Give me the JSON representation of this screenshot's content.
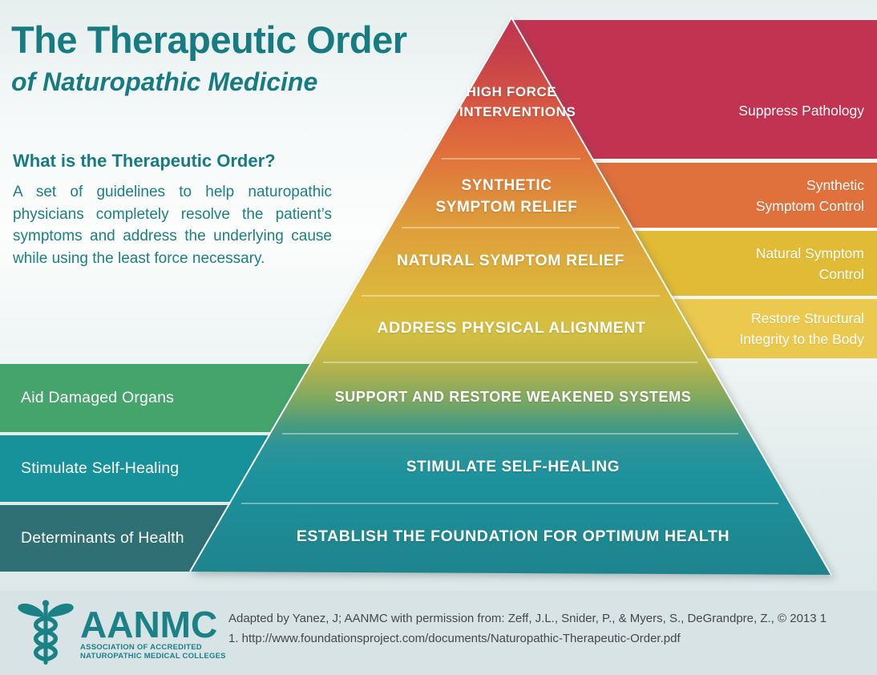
{
  "title": {
    "main": "The Therapeutic Order",
    "subtitle": "of Naturopathic Medicine"
  },
  "intro": {
    "heading": "What is the Therapeutic Order?",
    "body": "A set of guidelines to help naturopathic physicians completely resolve the patient’s symptoms and address the underlying cause while using the least force necessary."
  },
  "pyramid": {
    "levels": [
      {
        "label": "HIGH FORCE INTERVENTIONS",
        "annotation": "Suppress Pathology",
        "annotation_side": "right",
        "band_color": "#c23351"
      },
      {
        "label": "SYNTHETIC SYMPTOM RELIEF",
        "annotation": "Synthetic Symptom Control",
        "annotation_side": "right",
        "band_color": "#e0703c"
      },
      {
        "label": "NATURAL SYMPTOM RELIEF",
        "annotation": "Natural Symptom Control",
        "annotation_side": "right",
        "band_color": "#e1bb35"
      },
      {
        "label": "ADDRESS PHYSICAL ALIGNMENT",
        "annotation": "Restore Structural Integrity to the Body",
        "annotation_side": "right",
        "band_color": "#ebc94f"
      },
      {
        "label": "SUPPORT AND RESTORE WEAKENED SYSTEMS",
        "annotation": "Aid Damaged Organs",
        "annotation_side": "left",
        "band_color": "#44a46c"
      },
      {
        "label": "STIMULATE SELF-HEALING",
        "annotation": "Stimulate Self-Healing",
        "annotation_side": "left",
        "band_color": "#17929b"
      },
      {
        "label": "ESTABLISH THE FOUNDATION FOR OPTIMUM HEALTH",
        "annotation": "Determinants of Health",
        "annotation_side": "left",
        "band_color": "#2e7074"
      }
    ]
  },
  "footer": {
    "logo_acronym": "AANMC",
    "logo_org_line1": "ASSOCIATION OF ACCREDITED",
    "logo_org_line2": "NATUROPATHIC MEDICAL COLLEGES",
    "citation_line1": "Adapted by Yanez, J; AANMC with permission from: Zeff, J.L., Snider, P., & Myers, S., DeGrandpre, Z., © 2013 1",
    "citation_line2": "1. http://www.foundationsproject.com/documents/Naturopathic-Therapeutic-Order.pdf"
  },
  "colors": {
    "accent_teal": "#177c82",
    "pyramid_gradient_top": "#c03351",
    "pyramid_gradient_middle": "#dcb83c",
    "pyramid_gradient_bottom": "#1e838c",
    "footer_background": "#d7e3e5",
    "citation_text": "#474747"
  }
}
